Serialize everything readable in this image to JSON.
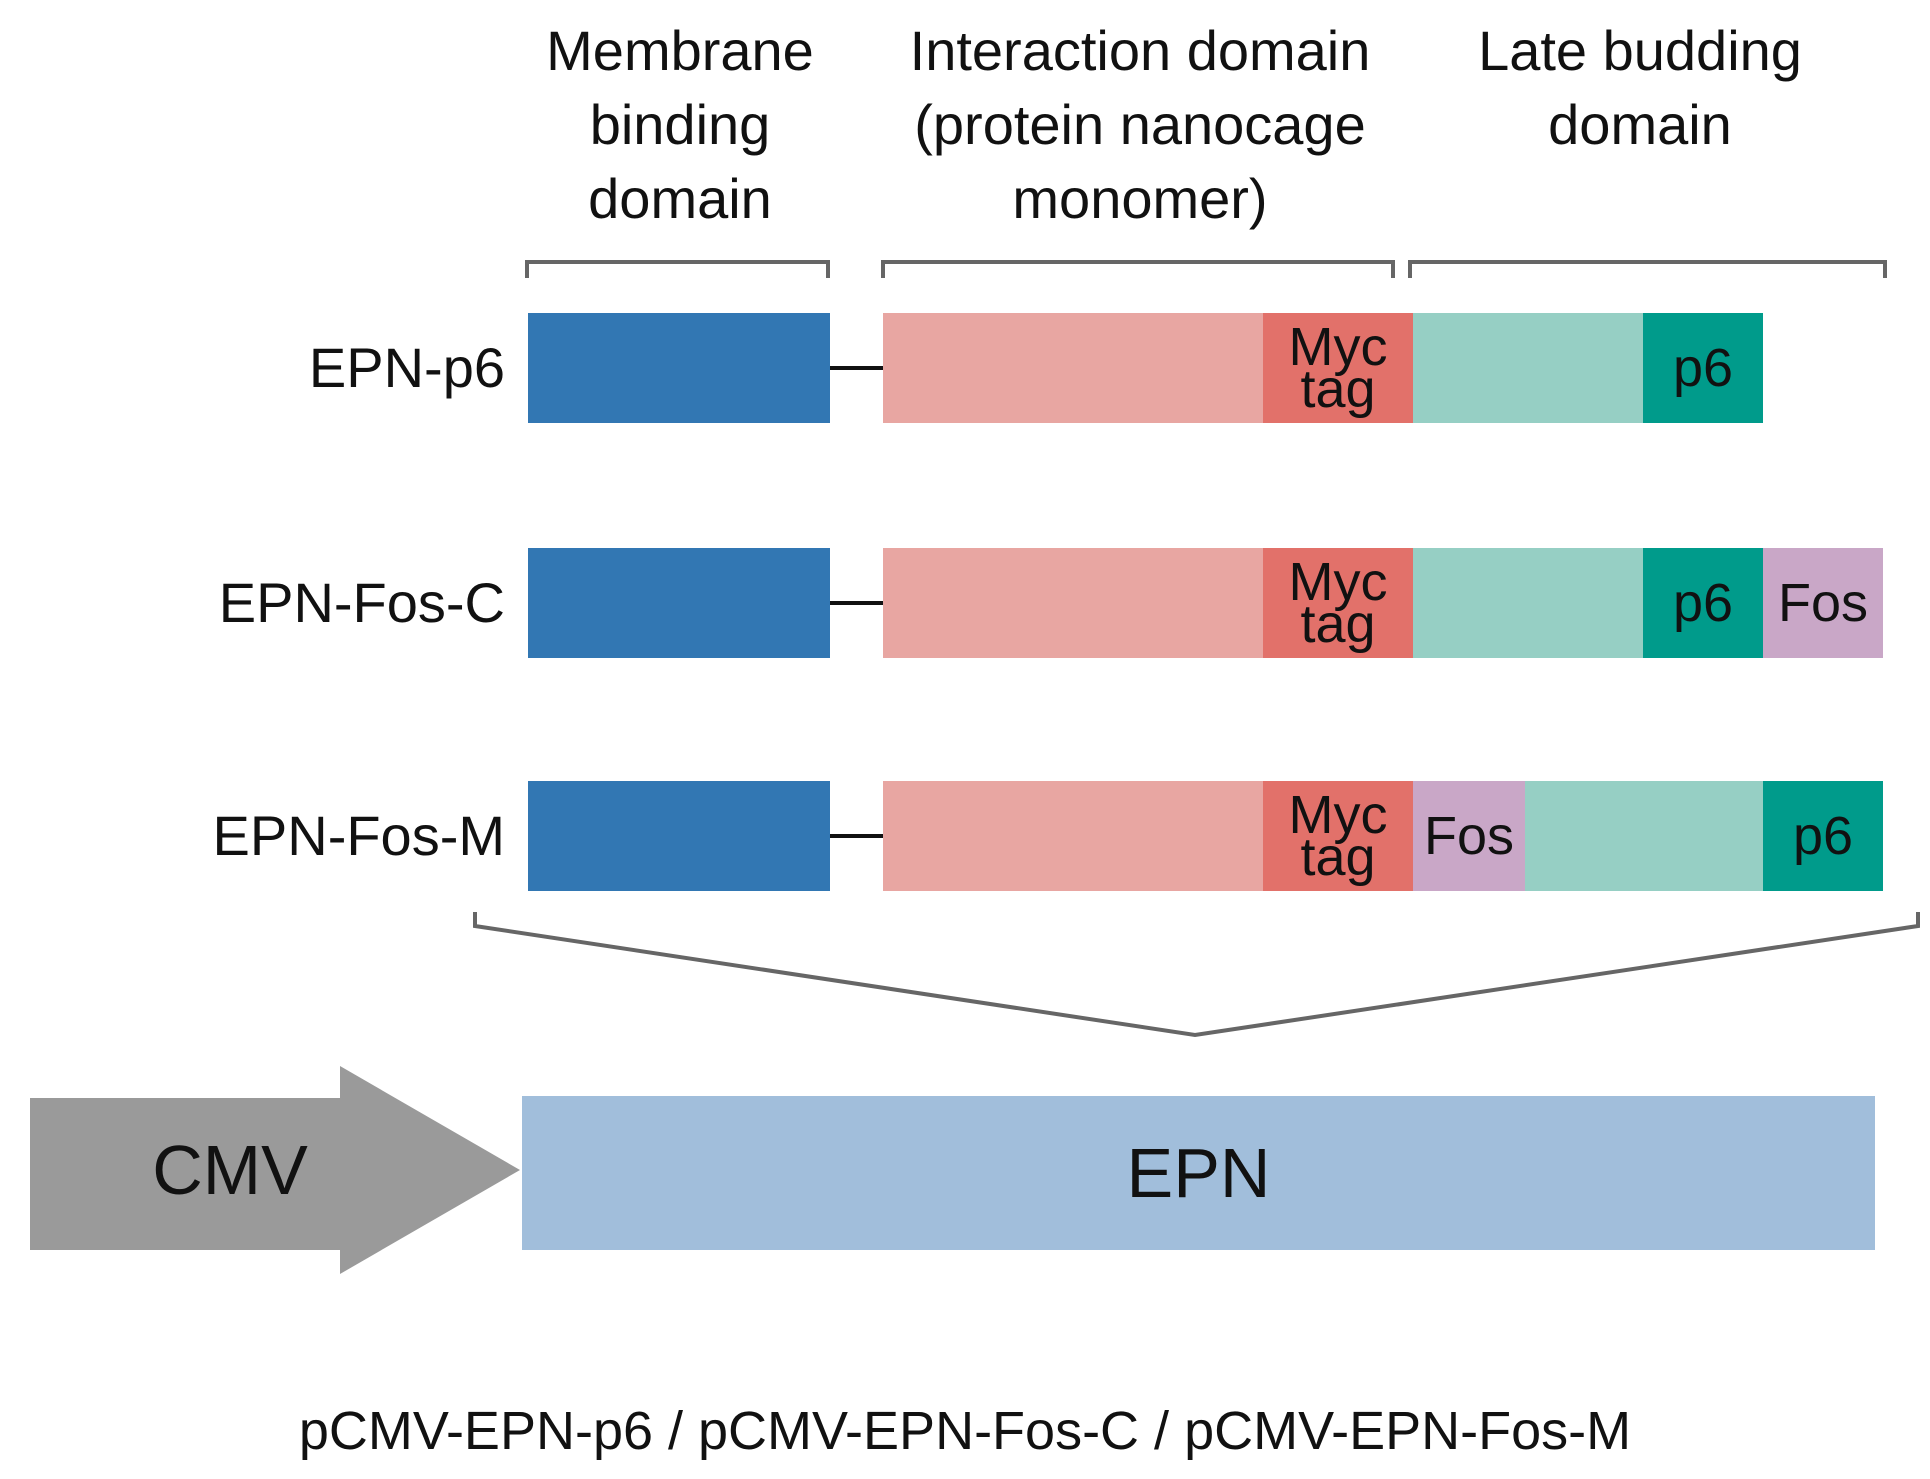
{
  "headers": {
    "membrane": "Membrane\nbinding\ndomain",
    "interaction": "Interaction domain\n(protein nanocage\nmonomer)",
    "budding": "Late budding\ndomain"
  },
  "constructs": [
    {
      "name": "EPN-p6",
      "myc": [
        "Myc",
        "tag"
      ],
      "p6": "p6",
      "fos": ""
    },
    {
      "name": "EPN-Fos-C",
      "myc": [
        "Myc",
        "tag"
      ],
      "p6": "p6",
      "fos": "Fos"
    },
    {
      "name": "EPN-Fos-M",
      "myc": [
        "Myc",
        "tag"
      ],
      "p6": "p6",
      "fos": "Fos"
    }
  ],
  "promoter": {
    "label": "CMV"
  },
  "gene": {
    "label": "EPN"
  },
  "footer": "pCMV-EPN-p6 / pCMV-EPN-Fos-C / pCMV-EPN-Fos-M",
  "colors": {
    "membrane": "#3277b3",
    "interaction": "#e8a6a2",
    "myc": "#e2716a",
    "late": "#96cfc4",
    "p6": "#009b8b",
    "fos": "#c9a7c7",
    "promoter": "#9a9a9a",
    "gene": "#a1bedb",
    "bracket": "#666666"
  }
}
